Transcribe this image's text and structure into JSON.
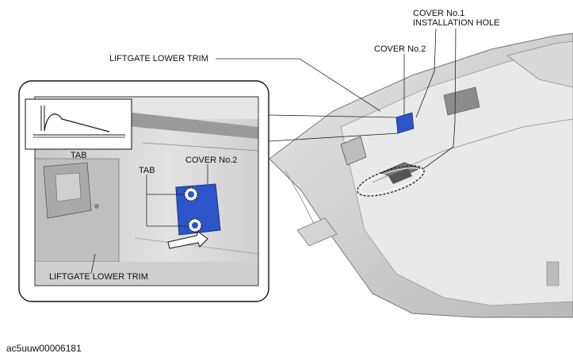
{
  "labels": {
    "cover1_line1": "COVER No.1",
    "cover1_line2": "INSTALLATION HOLE",
    "cover2_main": "COVER No.2",
    "liftgate_top": "LIFTGATE LOWER TRIM",
    "tab_small": "TAB",
    "tab_detail": "TAB",
    "cover2_detail": "COVER No.2",
    "liftgate_bottom": "LIFTGATE LOWER TRIM"
  },
  "figure_code": "ac5uuw00006181",
  "colors": {
    "cover_blue": "#2b55c8",
    "trim_gray": "#d8d8d8",
    "shadow_gray": "#8a8a8a"
  }
}
